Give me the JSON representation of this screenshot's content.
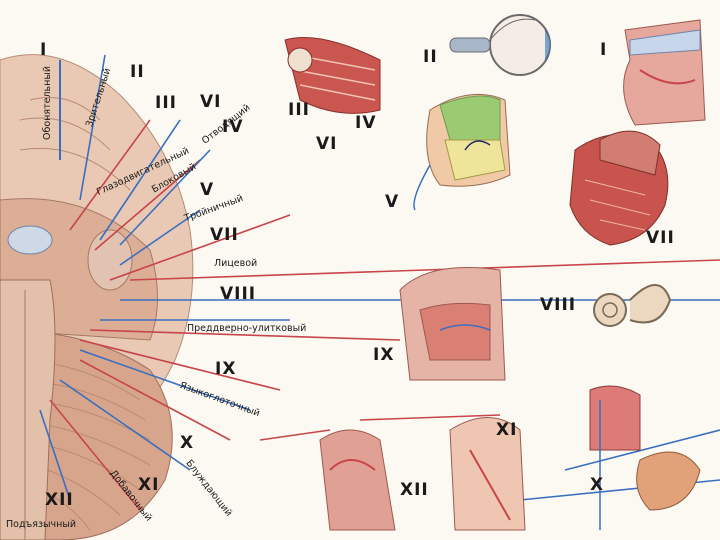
{
  "brain_labels": {
    "n1": "I",
    "n2": "II",
    "n3": "III",
    "n4": "IV",
    "n5": "V",
    "n6": "VI",
    "n7": "VII",
    "n8": "VIII",
    "n9": "IX",
    "n10": "X",
    "n11": "XI",
    "n12": "XII"
  },
  "nerve_names": {
    "olfactory": "Обонятельный",
    "optic": "Зрительный",
    "oculomotor": "Глазодвигательный",
    "trochlear": "Блоковый",
    "abducens": "Отводящий",
    "trigeminal": "Тройничный",
    "facial": "Лицевой",
    "vestibulocochlear": "Преддверно-улитковый",
    "glossopharyngeal": "Языкоглоточный",
    "vagus": "Блуждающий",
    "accessory": "Добавочный",
    "hypoglossal": "Подъязычный"
  },
  "panel_labels": {
    "nose": "I",
    "eye": "II",
    "orbit_iii": "III",
    "orbit_iv": "IV",
    "orbit_vi": "VI",
    "face": "V",
    "head": "VII",
    "ear": "VIII",
    "throat": "IX",
    "neck_left": "XII",
    "neck_right": "XI",
    "organs": "X"
  },
  "colors": {
    "nerve_blue": "#3a6fc0",
    "nerve_red": "#c8454a",
    "brain": "#e6c4ae",
    "flesh": "#d9857c"
  }
}
